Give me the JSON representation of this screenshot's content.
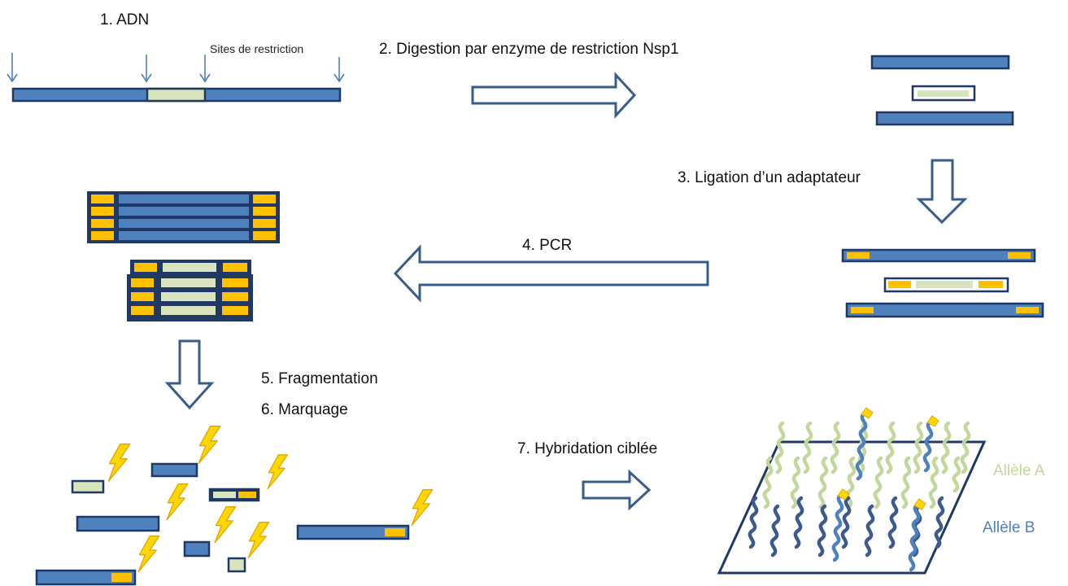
{
  "steps": {
    "adn": "1. ADN",
    "digestion": "2. Digestion par enzyme de restriction Nsp1",
    "ligation": "3. Ligation d’un adaptateur",
    "pcr": "4. PCR",
    "fragmentation": "5. Fragmentation",
    "marquage": "6. Marquage",
    "hybridation": "7. Hybridation ciblée"
  },
  "labels": {
    "restriction_sites": "Sites de restriction",
    "allele_a": "Allèle A",
    "allele_b": "Allèle B"
  },
  "colors": {
    "dna_blue": "#4f81bd",
    "dna_border": "#1f3864",
    "insert_green": "#d7e4bd",
    "adapter_orange": "#ffc000",
    "arrow_border": "#385d8a",
    "allele_a": "#c3d69b",
    "allele_b": "#3d5a8c",
    "label_blue": "#4f81bd",
    "bolt_yellow": "#ffd700"
  },
  "icons": {
    "process_arrow": "hollow-block-arrow",
    "restriction_site": "thin-down-arrow-icon",
    "label_marker": "lightning-bolt-icon",
    "probe_label": "fluorescent-tag-icon"
  }
}
